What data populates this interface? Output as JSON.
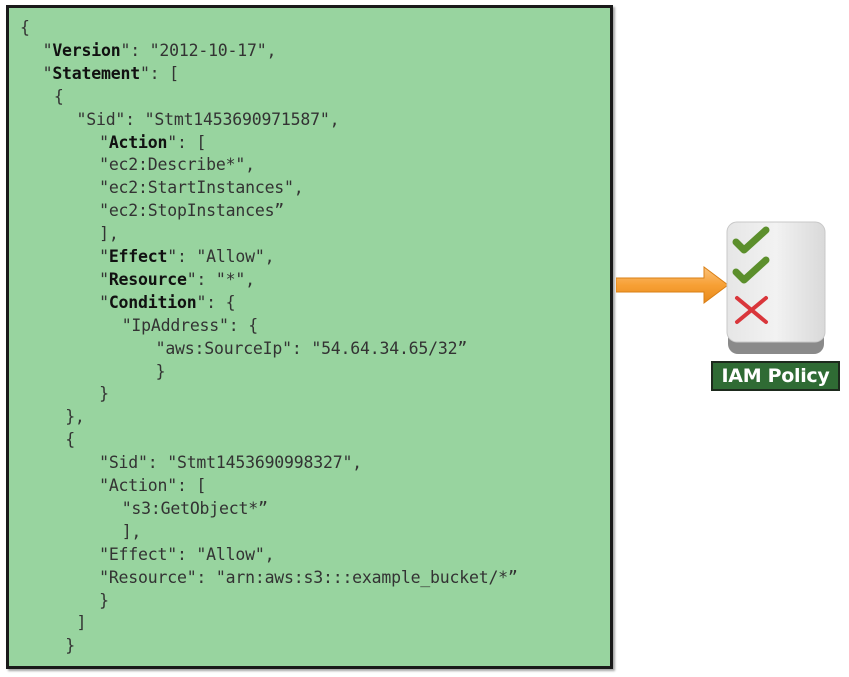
{
  "code_lines": [
    {
      "indent": 0,
      "parts": [
        {
          "t": "{"
        }
      ]
    },
    {
      "indent": 2,
      "parts": [
        {
          "t": "\"",
          "b": false
        },
        {
          "t": "Version",
          "b": true
        },
        {
          "t": "\": \"2012-10-17\","
        }
      ]
    },
    {
      "indent": 2,
      "parts": [
        {
          "t": "\""
        },
        {
          "t": "Statement",
          "b": true
        },
        {
          "t": "\": ["
        }
      ]
    },
    {
      "indent": 3,
      "parts": [
        {
          "t": "{"
        }
      ]
    },
    {
      "indent": 5,
      "parts": [
        {
          "t": "\"Sid\": \"Stmt1453690971587\","
        }
      ]
    },
    {
      "indent": 7,
      "parts": [
        {
          "t": "\""
        },
        {
          "t": "Action",
          "b": true
        },
        {
          "t": "\": ["
        }
      ]
    },
    {
      "indent": 7,
      "parts": [
        {
          "t": "\"ec2:Describe*\","
        }
      ]
    },
    {
      "indent": 7,
      "parts": [
        {
          "t": "\"ec2:StartInstances\","
        }
      ]
    },
    {
      "indent": 7,
      "parts": [
        {
          "t": "\"ec2:StopInstances”"
        }
      ]
    },
    {
      "indent": 7,
      "parts": [
        {
          "t": "],"
        }
      ]
    },
    {
      "indent": 7,
      "parts": [
        {
          "t": "\""
        },
        {
          "t": "Effect",
          "b": true
        },
        {
          "t": "\": \"Allow\","
        }
      ]
    },
    {
      "indent": 7,
      "parts": [
        {
          "t": "\""
        },
        {
          "t": "Resource",
          "b": true
        },
        {
          "t": "\": \"*\","
        }
      ]
    },
    {
      "indent": 7,
      "parts": [
        {
          "t": "\""
        },
        {
          "t": "Condition",
          "b": true
        },
        {
          "t": "\": {"
        }
      ]
    },
    {
      "indent": 9,
      "parts": [
        {
          "t": "\"IpAddress\": {"
        }
      ]
    },
    {
      "indent": 12,
      "parts": [
        {
          "t": "\"aws:SourceIp\": \"54.64.34.65/32”"
        }
      ]
    },
    {
      "indent": 12,
      "parts": [
        {
          "t": "}"
        }
      ]
    },
    {
      "indent": 7,
      "parts": [
        {
          "t": "}"
        }
      ]
    },
    {
      "indent": 4,
      "parts": [
        {
          "t": "},"
        }
      ]
    },
    {
      "indent": 4,
      "parts": [
        {
          "t": "{"
        }
      ]
    },
    {
      "indent": 7,
      "parts": [
        {
          "t": "\"Sid\": \"Stmt1453690998327\","
        }
      ]
    },
    {
      "indent": 7,
      "parts": [
        {
          "t": "\"Action\": ["
        }
      ]
    },
    {
      "indent": 9,
      "parts": [
        {
          "t": "\"s3:GetObject*”"
        }
      ]
    },
    {
      "indent": 9,
      "parts": [
        {
          "t": "],"
        }
      ]
    },
    {
      "indent": 7,
      "parts": [
        {
          "t": "\"Effect\": \"Allow\","
        }
      ]
    },
    {
      "indent": 7,
      "parts": [
        {
          "t": "\"Resource\": \"arn:aws:s3:::example_bucket/*”"
        }
      ]
    },
    {
      "indent": 7,
      "parts": [
        {
          "t": "}"
        }
      ]
    },
    {
      "indent": 5,
      "parts": [
        {
          "t": "]"
        }
      ]
    },
    {
      "indent": 4,
      "parts": [
        {
          "t": "}"
        }
      ]
    }
  ],
  "policy": {
    "label": "IAM Policy",
    "icons": [
      "check-icon",
      "check-icon",
      "cross-icon"
    ]
  },
  "colors": {
    "panel_bg": "#98d49f",
    "arrow": "#f7a035",
    "check": "#5c8f2c",
    "cross": "#d9363b",
    "label_bg": "#2f6b34"
  }
}
